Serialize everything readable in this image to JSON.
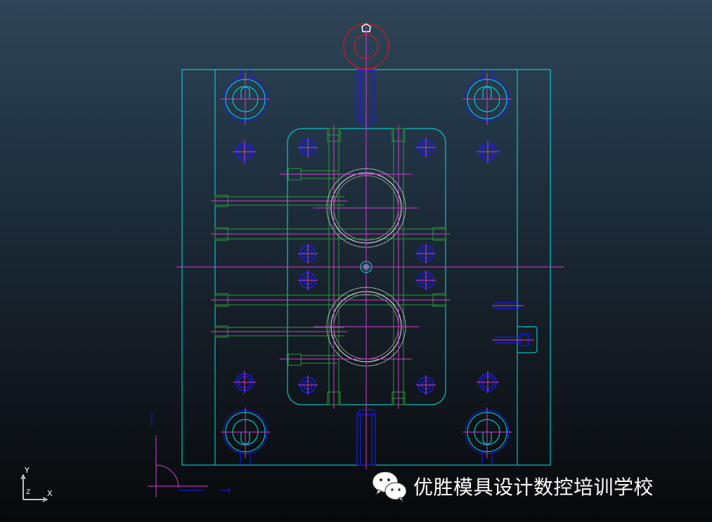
{
  "watermark": {
    "text": "优胜模具设计数控培训学校",
    "logo": "wechat-icon"
  },
  "axis_triad": {
    "y": "Y",
    "x": "X",
    "z": "Z"
  },
  "colors": {
    "plate_outline": "#00e5e5",
    "centerline": "#d43cd4",
    "bolt_holes": "#1a1aff",
    "water_lines": "#2a9a3a",
    "cavity": "#e6e6e6",
    "lifting_ring": "#d41a1a",
    "background_top": "#2f4658",
    "background_bottom": "#07090b"
  }
}
